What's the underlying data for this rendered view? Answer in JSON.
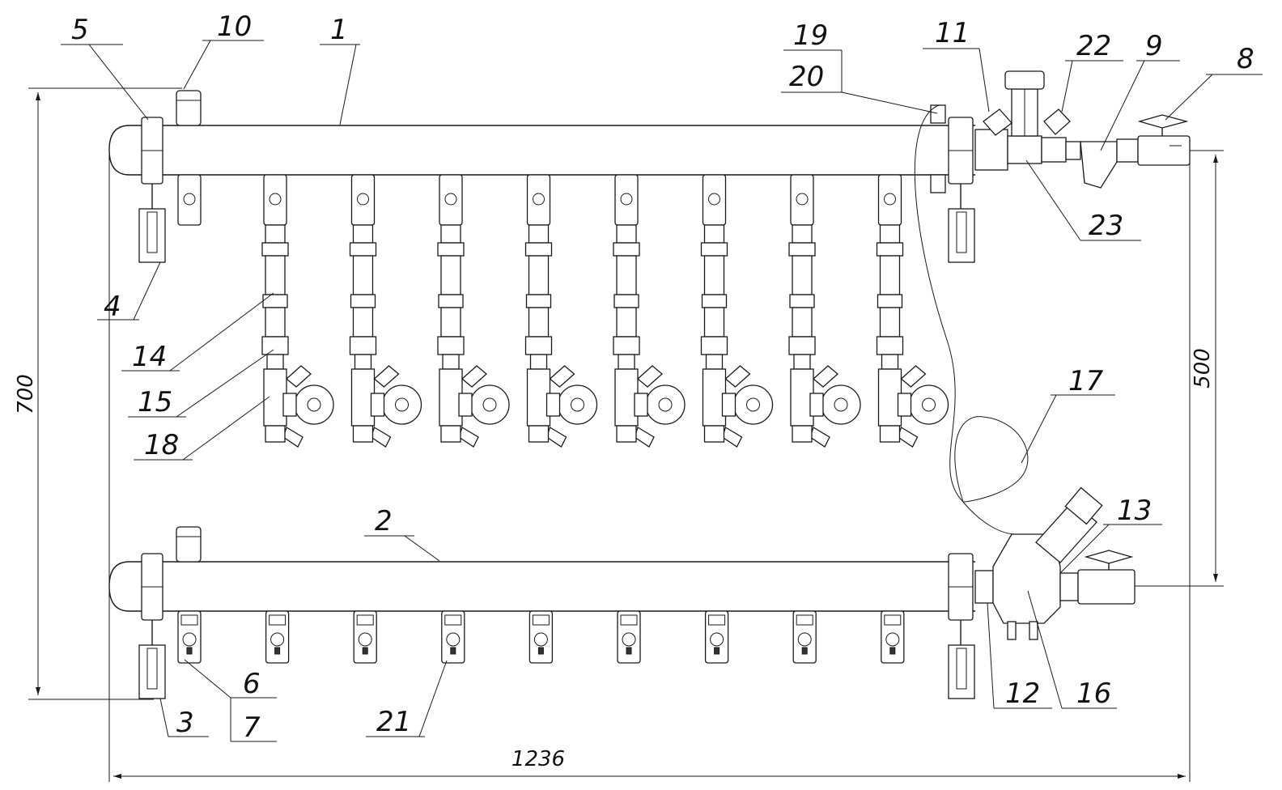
{
  "labels": {
    "l1": "1",
    "l2": "2",
    "l3": "3",
    "l4": "4",
    "l5": "5",
    "l6": "6",
    "l7": "7",
    "l8": "8",
    "l9": "9",
    "l10": "10",
    "l11": "11",
    "l12": "12",
    "l13": "13",
    "l14": "14",
    "l15": "15",
    "l16": "16",
    "l17": "17",
    "l18": "18",
    "l19": "19",
    "l20": "20",
    "l21": "21",
    "l22": "22",
    "l23": "23"
  },
  "dimensions": {
    "height": "700",
    "spacing": "500",
    "width": "1236"
  },
  "supply_outlets": 8,
  "return_outlets": 9
}
